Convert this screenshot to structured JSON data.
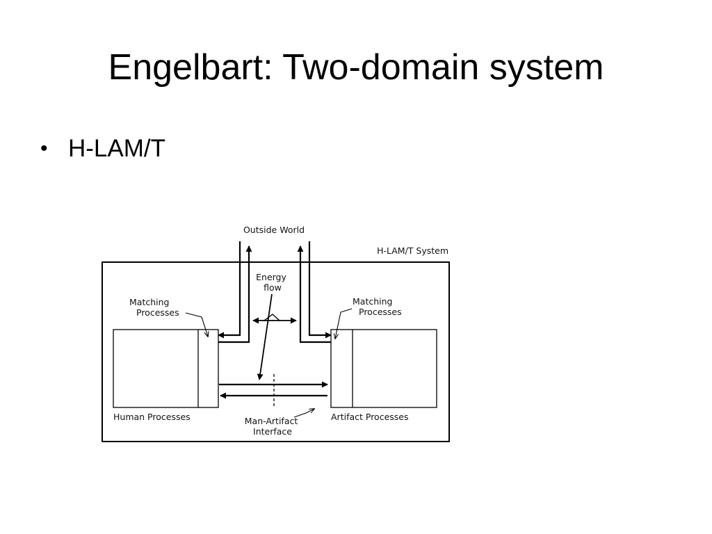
{
  "slide": {
    "title": "Engelbart: Two-domain system",
    "bullets": [
      "H-LAM/T"
    ]
  },
  "diagram": {
    "outside_world": "Outside World",
    "system_label": "H-LAM/T System",
    "energy_flow": [
      "Energy",
      "flow"
    ],
    "matching_left": [
      "Matching",
      "Processes"
    ],
    "matching_right": [
      "Matching",
      "Processes"
    ],
    "human_processes": "Human Processes",
    "artifact_processes": "Artifact Processes",
    "interface": [
      "Man-Artifact",
      "Interface"
    ],
    "colors": {
      "stroke": "#000000",
      "text": "#111111",
      "background": "#ffffff"
    }
  }
}
